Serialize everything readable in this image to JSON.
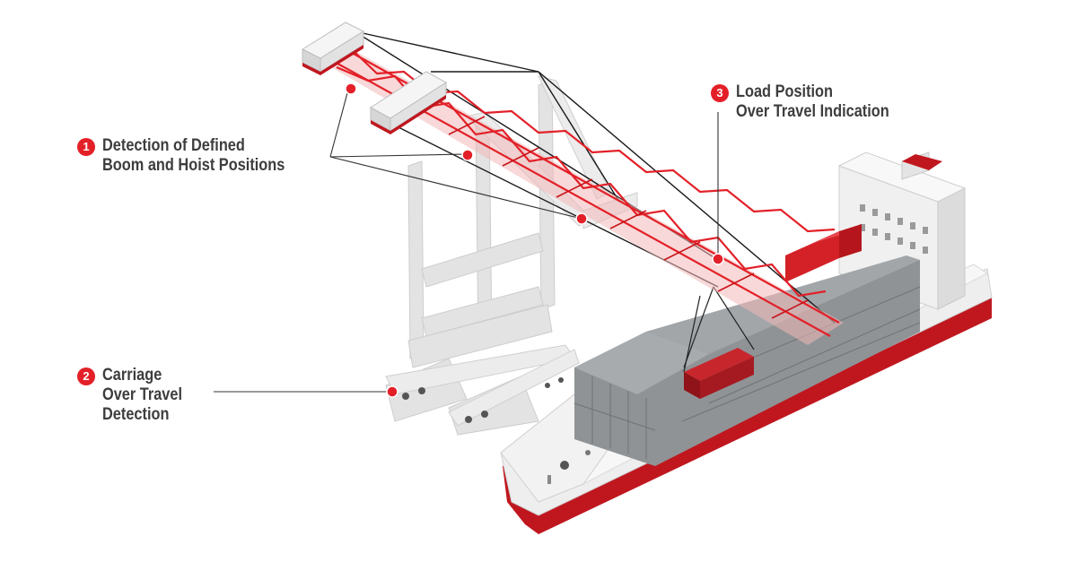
{
  "colors": {
    "accent": "#e32028",
    "crane_structure": "#e3e3e3",
    "container_gray": "#8f9396",
    "hull_red": "#c0171f",
    "text": "#3d3d3d"
  },
  "callouts": [
    {
      "number": "1",
      "lines": [
        "Detection of Defined",
        "Boom and Hoist Positions"
      ]
    },
    {
      "number": "2",
      "lines": [
        "Carriage",
        "Over Travel",
        "Detection"
      ]
    },
    {
      "number": "3",
      "lines": [
        "Load Position",
        "Over Travel Indication"
      ]
    }
  ]
}
